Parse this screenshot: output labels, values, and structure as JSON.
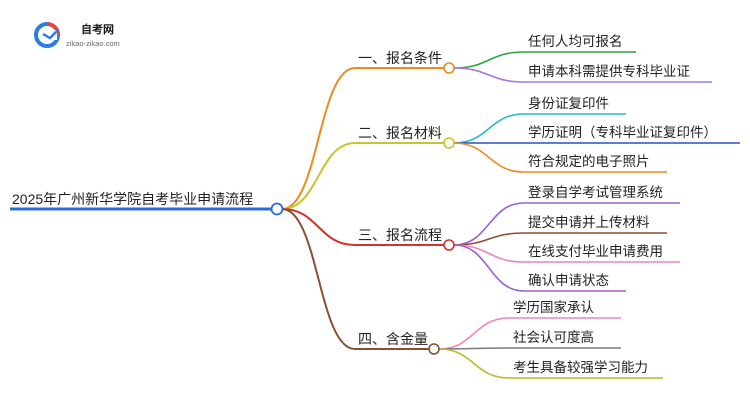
{
  "logo": {
    "title": "自考网",
    "url": "zikao-zikao.com",
    "colors": {
      "primary": "#2a7de1",
      "accent": "#e04a3a"
    }
  },
  "root": {
    "label": "2025年广州新华学院自考毕业申请流程",
    "color": "#2a6ad9"
  },
  "branches": [
    {
      "label": "一、报名条件",
      "color": "#ef8a1c",
      "leaves": [
        {
          "label": "任何人均可报名",
          "color": "#2ea33a"
        },
        {
          "label": "申请本科需提供专科毕业证",
          "color": "#a27ae0"
        }
      ]
    },
    {
      "label": "二、报名材料",
      "color": "#c9c52a",
      "leaves": [
        {
          "label": "身份证复印件",
          "color": "#22bcc6"
        },
        {
          "label": "学历证明（专科毕业证复印件）",
          "color": "#2e4fbf"
        },
        {
          "label": "符合规定的电子照片",
          "color": "#ef8a1c"
        }
      ]
    },
    {
      "label": "三、报名流程",
      "color": "#d6322d",
      "leaves": [
        {
          "label": "登录自学考试管理系统",
          "color": "#9a5fd6"
        },
        {
          "label": "提交申请并上传材料",
          "color": "#8a4f32"
        },
        {
          "label": "在线支付毕业申请费用",
          "color": "#ef82c6"
        },
        {
          "label": "确认申请状态",
          "color": "#9a5fd6"
        }
      ]
    },
    {
      "label": "四、含金量",
      "color": "#8a4f32",
      "leaves": [
        {
          "label": "学历国家承认",
          "color": "#ef82c6"
        },
        {
          "label": "社会认可度高",
          "color": "#7a7a7a"
        },
        {
          "label": "考生具备较强学习能力",
          "color": "#bdb824"
        }
      ]
    }
  ]
}
